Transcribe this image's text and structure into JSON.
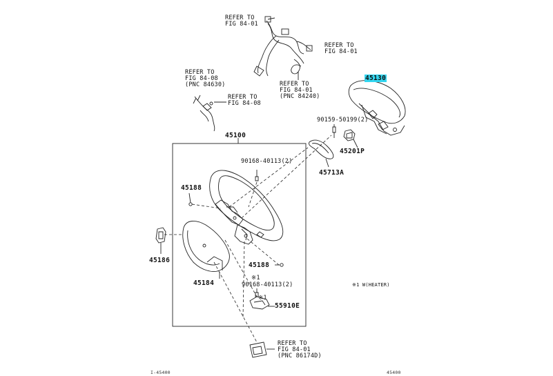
{
  "diagram": {
    "parts": {
      "p45130": "45130",
      "p45100": "45100",
      "p90159": "90159-50199(2)",
      "p45201P": "45201P",
      "p45713A": "45713A",
      "p90168_top": "90168-40113(2)",
      "p45188_left": "45188",
      "p45188_right": "45188",
      "p45186": "45186",
      "p45184": "45184",
      "p90168_bottom": "90168-40113(2)",
      "p55910E": "55910E",
      "mark_a": "※1",
      "mark_b": "※1"
    },
    "notes": {
      "refer_top_1": "REFER TO",
      "refer_top_2": "FIG 84-01",
      "refer_right_1": "REFER TO",
      "refer_right_2": "FIG 84-01",
      "refer_left_1": "REFER TO",
      "refer_left_2": "FIG 84-08",
      "refer_left_3": "(PNC 84630)",
      "refer_small_1": "REFER TO",
      "refer_small_2": "FIG 84-08",
      "refer_mid_1": "REFER TO",
      "refer_mid_2": "FIG 84-01",
      "refer_mid_3": "(PNC 84240)",
      "refer_bottom_1": "REFER TO",
      "refer_bottom_2": "FIG 84-01",
      "refer_bottom_3": "(PNC 86174D)",
      "heater_note": "※1 W(HEATER)",
      "footer_left": "I-45400",
      "footer_right": "45400"
    },
    "colors": {
      "highlight": "#33d6f0",
      "line": "#222222"
    }
  }
}
